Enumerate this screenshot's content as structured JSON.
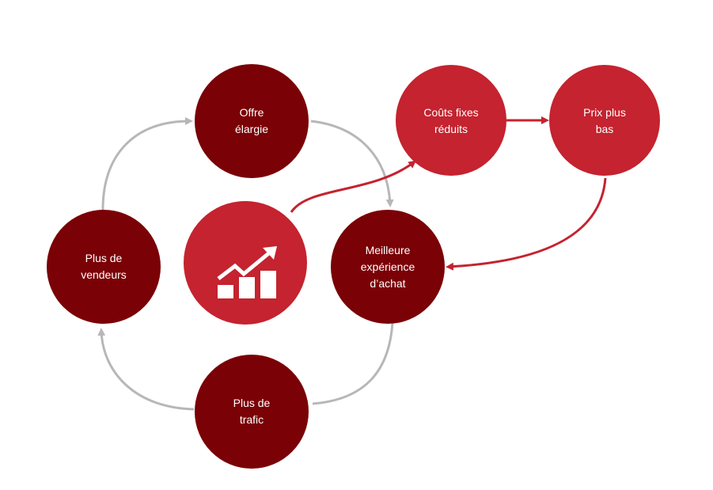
{
  "colors": {
    "dark_red": "#7a0106",
    "bright_red": "#c4232f",
    "gray_arrow": "#b7b7b7",
    "red_arrow": "#c4232f",
    "icon": "#ffffff"
  },
  "nodes": {
    "offre": {
      "line1": "Offre",
      "line2": "élargie"
    },
    "vendeurs": {
      "line1": "Plus de",
      "line2": "vendeurs"
    },
    "meilleure": {
      "line1": "Meilleure",
      "line2": "expérience",
      "line3": "d’achat"
    },
    "trafic": {
      "line1": "Plus de",
      "line2": "trafic"
    },
    "couts": {
      "line1": "Coûts fixes",
      "line2": "réduits"
    },
    "prix": {
      "line1": "Prix plus",
      "line2": "bas"
    },
    "growth": {
      "icon": "growth-chart-icon"
    }
  }
}
